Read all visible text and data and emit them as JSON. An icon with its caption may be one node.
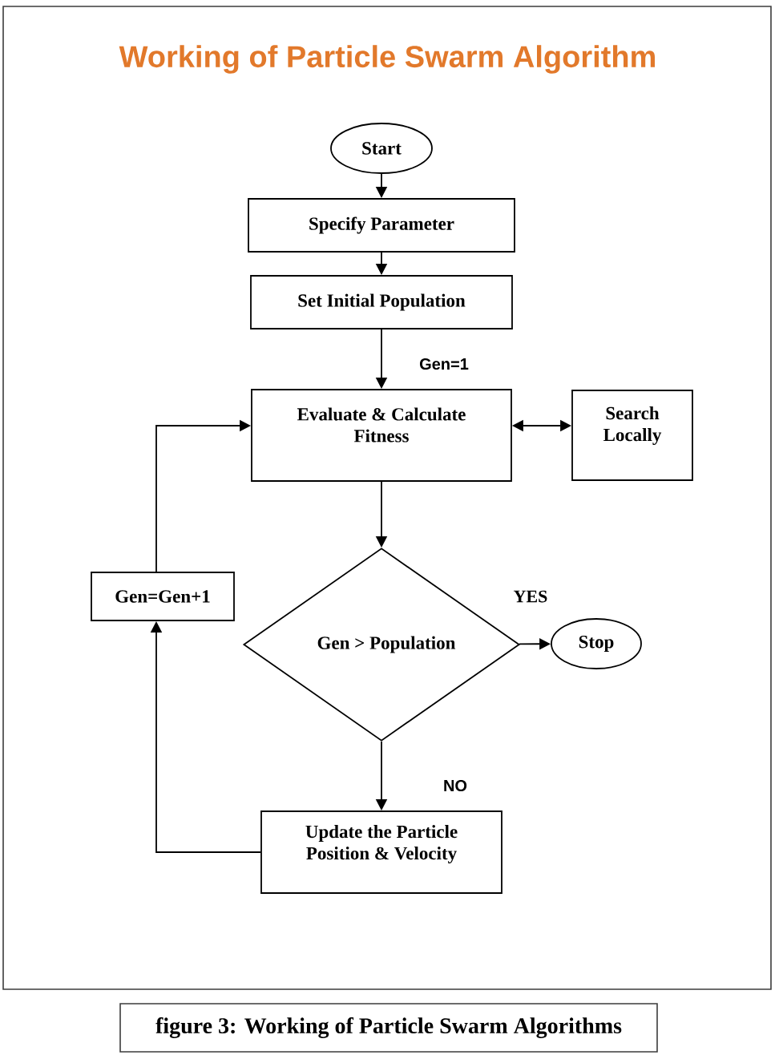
{
  "diagram": {
    "title": "Working of Particle Swarm Algorithm",
    "nodes": [
      {
        "text": [
          "Start"
        ]
      },
      {
        "text": [
          "Specify Parameter"
        ]
      },
      {
        "text": [
          "Set Initial Population"
        ]
      },
      {
        "text": [
          "Evaluate & Calculate Fitness"
        ]
      },
      {
        "text": [
          "Search Locally"
        ]
      },
      {
        "text": [
          "Gen=Gen+1"
        ]
      },
      {
        "text": [
          "Gen > Population"
        ]
      },
      {
        "text": [
          "Stop"
        ]
      },
      {
        "text": [
          "Update the Particle Position & Velocity"
        ]
      }
    ],
    "edges": [
      {
        "from": 0,
        "to": 1,
        "arrow": "to"
      },
      {
        "from": 1,
        "to": 2,
        "arrow": "to"
      },
      {
        "from": 2,
        "to": 3,
        "arrow": "to",
        "label": "Gen=1"
      },
      {
        "from": 3,
        "to": 4,
        "arrow": "both"
      },
      {
        "from": 3,
        "to": 6,
        "arrow": "to"
      },
      {
        "from": 6,
        "to": 7,
        "arrow": "to",
        "label": "YES"
      },
      {
        "from": 6,
        "to": 8,
        "arrow": "to",
        "label": "NO"
      },
      {
        "from": 8,
        "to": 5,
        "arrow": "to"
      },
      {
        "from": 5,
        "to": 3,
        "arrow": "to"
      }
    ],
    "caption": "figure 3: Working of Particle Swarm Algorithms"
  }
}
